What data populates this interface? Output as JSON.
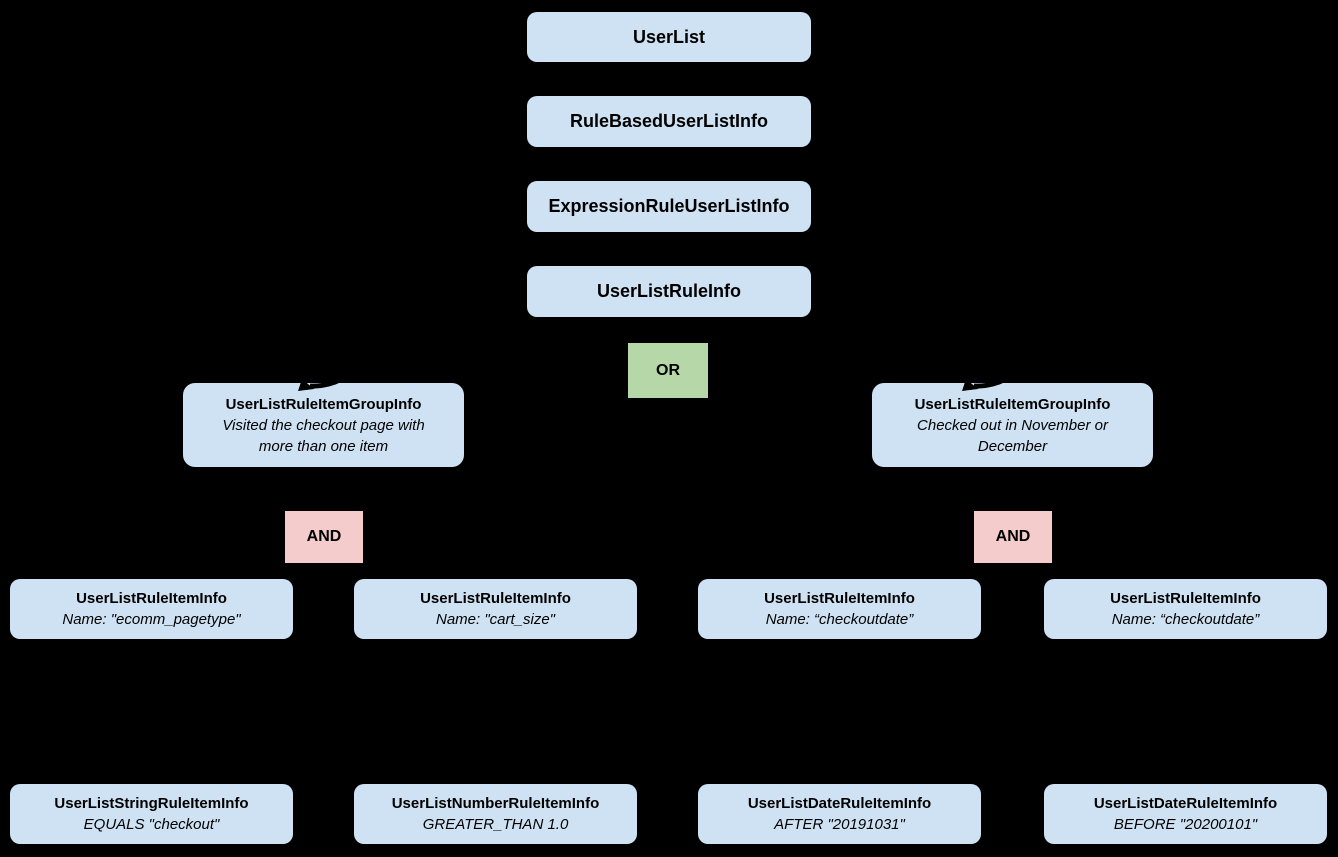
{
  "diagram": {
    "description": "UserList rule hierarchy diagram",
    "colors": {
      "background": "#000000",
      "class_box": "#cfe2f3",
      "or_operator": "#b6d7a8",
      "and_operator": "#f4cccc",
      "text": "#000000"
    },
    "nodes": {
      "user_list": {
        "label": "UserList"
      },
      "rule_based_user_list_info": {
        "label": "RuleBasedUserListInfo"
      },
      "expression_rule_user_list_info": {
        "label": "ExpressionRuleUserListInfo"
      },
      "user_list_rule_info": {
        "label": "UserListRuleInfo"
      },
      "or_operator": {
        "label": "OR"
      },
      "group_left": {
        "title": "UserListRuleItemGroupInfo",
        "subtitle_lines": [
          "Visited the checkout page with",
          "more than one item"
        ]
      },
      "group_right": {
        "title": "UserListRuleItemGroupInfo",
        "subtitle_lines": [
          "Checked out in November or",
          "December"
        ]
      },
      "and_left": {
        "label": "AND"
      },
      "and_right": {
        "label": "AND"
      },
      "item_ecomm_pagetype": {
        "title": "UserListRuleItemInfo",
        "subtitle": "Name: \"ecomm_pagetype\""
      },
      "item_cart_size": {
        "title": "UserListRuleItemInfo",
        "subtitle": "Name: \"cart_size\""
      },
      "item_checkoutdate_1": {
        "title": "UserListRuleItemInfo",
        "subtitle": "Name: “checkoutdate”"
      },
      "item_checkoutdate_2": {
        "title": "UserListRuleItemInfo",
        "subtitle": "Name: “checkoutdate”"
      },
      "leaf_string": {
        "title": "UserListStringRuleItemInfo",
        "subtitle": "EQUALS \"checkout\""
      },
      "leaf_number": {
        "title": "UserListNumberRuleItemInfo",
        "subtitle": "GREATER_THAN 1.0"
      },
      "leaf_date_after": {
        "title": "UserListDateRuleItemInfo",
        "subtitle": "AFTER \"20191031\""
      },
      "leaf_date_before": {
        "title": "UserListDateRuleItemInfo",
        "subtitle": "BEFORE \"20200101\""
      }
    }
  }
}
